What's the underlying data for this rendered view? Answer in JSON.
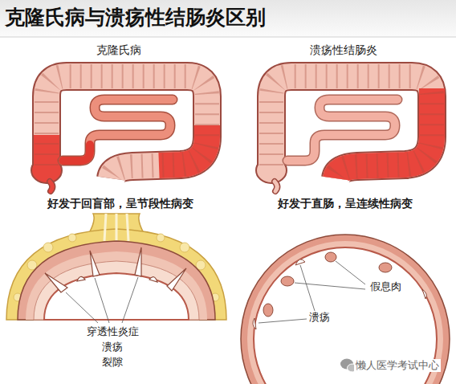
{
  "diagram": {
    "title": "克隆氏病与溃疡性结肠炎区别",
    "labels": [
      "克隆氏病",
      "溃疡性结肠炎",
      "好发于回盲部，呈节段性病变",
      "好发于直肠，呈连续性病变",
      "穿透性炎症",
      "溃疡",
      "裂隙",
      "假息肉",
      "溃疡",
      "懒人医学考试中心"
    ]
  }
}
